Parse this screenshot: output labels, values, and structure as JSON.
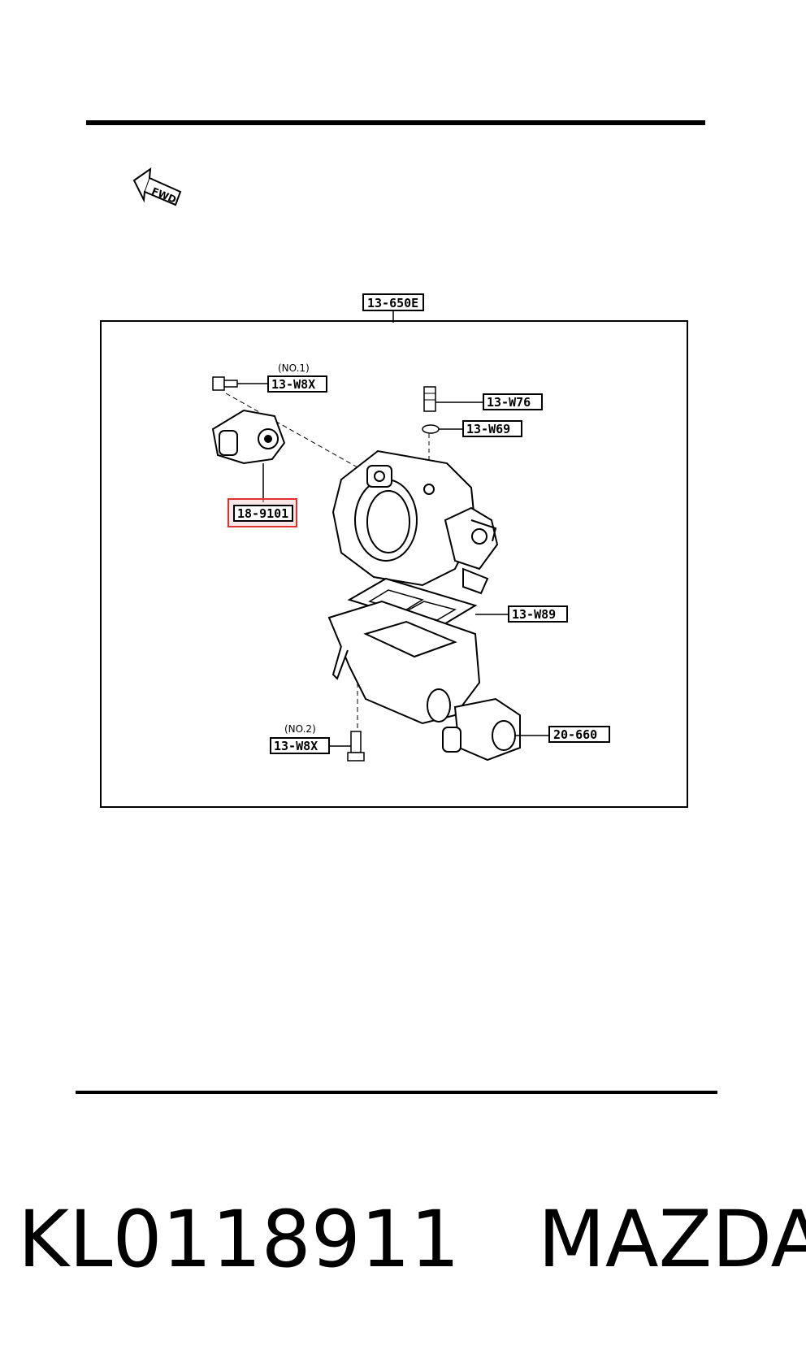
{
  "diagram": {
    "orientation_label": "FWD",
    "assembly_label": "13-650E",
    "callouts": [
      {
        "id": "13-W8X",
        "note": "(NO.1)"
      },
      {
        "id": "13-W76"
      },
      {
        "id": "13-W69"
      },
      {
        "id": "18-9101",
        "highlighted": true
      },
      {
        "id": "13-W89"
      },
      {
        "id": "20-660"
      },
      {
        "id": "13-W8X",
        "note": "(NO.2)"
      }
    ],
    "highlight_color": "#e03030"
  },
  "footer": {
    "part_number": "KL0118911",
    "brand": "MAZDA"
  }
}
